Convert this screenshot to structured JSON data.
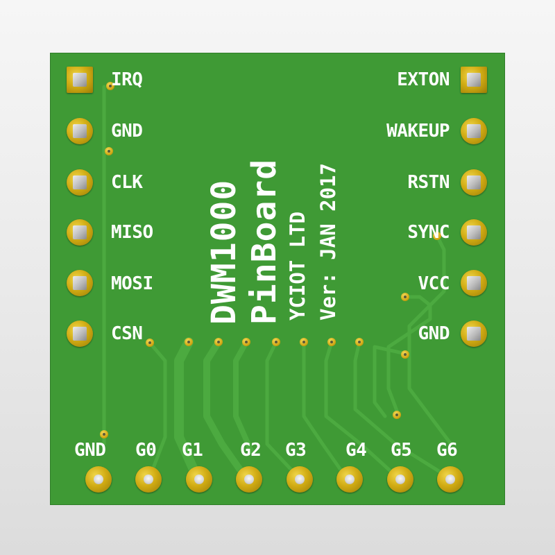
{
  "board": {
    "title": "DWM1000",
    "subtitle": "PinBoard",
    "maker": "YCIOT LTD",
    "version": "Ver: JAN 2017",
    "colors": {
      "solder_mask": "#3f9a35",
      "gold": "#d1ac14",
      "silk": "#ffffff"
    }
  },
  "left_pins": [
    "IRQ",
    "GND",
    "CLK",
    "MISO",
    "MOSI",
    "CSN"
  ],
  "right_pins": [
    "EXTON",
    "WAKEUP",
    "RSTN",
    "SYNC",
    "VCC",
    "GND"
  ],
  "bottom_pins": [
    "GND",
    "G0",
    "G1",
    "G2",
    "G3",
    "G4",
    "G5",
    "G6"
  ]
}
